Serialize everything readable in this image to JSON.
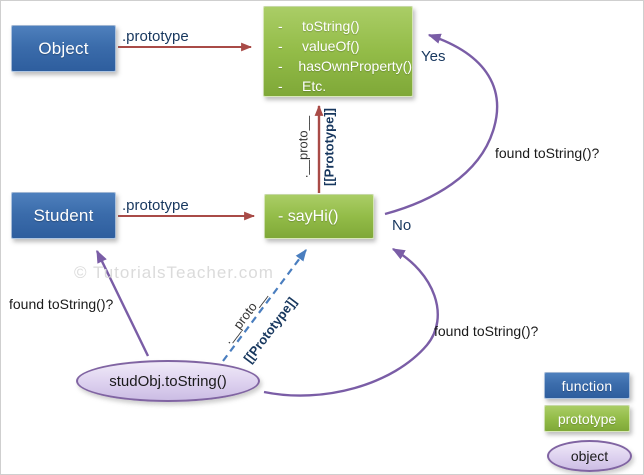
{
  "diagram": {
    "watermark": "© TutorialsTeacher.com",
    "object_box": {
      "label": "Object"
    },
    "student_box": {
      "label": "Student"
    },
    "methods_box": {
      "bullet": "-",
      "items": [
        "toString()",
        "valueOf()",
        "hasOwnProperty()",
        "Etc."
      ]
    },
    "sayhi_box": {
      "label": "- sayHi()"
    },
    "studobj_ellipse": {
      "label": "studObj.toString()"
    },
    "labels": {
      "prototype_top": ".prototype",
      "prototype_mid": ".prototype",
      "proto_vertical": ".__proto__",
      "prototype_bracket_vertical": "[[Prototype]]",
      "proto_diagonal": ".__proto__",
      "prototype_bracket_diagonal": "[[Prototype]]",
      "yes": "Yes",
      "no": "No",
      "found_top_right": "found toString()?",
      "found_left": "found toString()?",
      "found_bottom_right": "found toString()?"
    },
    "legend": {
      "function_label": "function",
      "prototype_label": "prototype",
      "object_label": "object"
    },
    "colors": {
      "function_fill": "#3B6CAB",
      "prototype_fill": "#93BC48",
      "object_fill": "#DDD1EF",
      "object_border": "#8064A2",
      "red_arrow": "#A94B47",
      "purple_arrow": "#7A5DA6",
      "blue_arrow": "#4A7EBF",
      "navy_text": "#17375E"
    }
  }
}
